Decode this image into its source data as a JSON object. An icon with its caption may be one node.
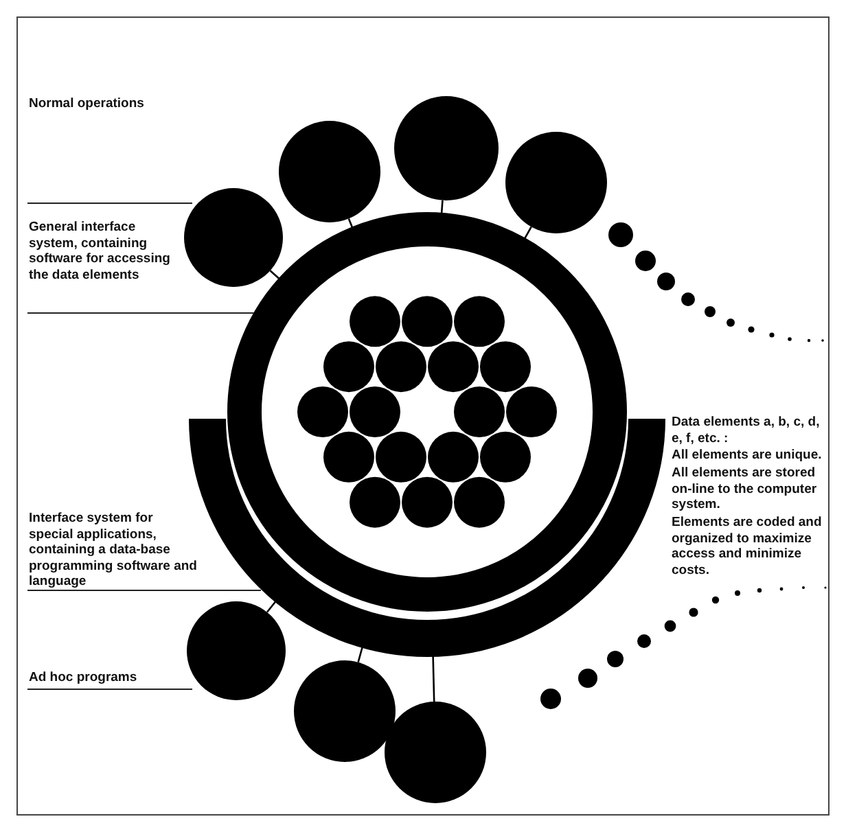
{
  "diagram": {
    "nodes": [
      {
        "text": [],
        "shape": "circle"
      },
      {
        "text": [],
        "shape": "circle"
      },
      {
        "text": [],
        "shape": "circle"
      },
      {
        "text": [],
        "shape": "circle"
      },
      {
        "text": [],
        "shape": "ring"
      },
      {
        "text": [],
        "shape": "arc"
      },
      {
        "text": [],
        "shape": "circle"
      },
      {
        "text": [],
        "shape": "circle"
      },
      {
        "text": [],
        "shape": "circle"
      }
    ],
    "edges": [
      {
        "from": 0,
        "to": 4,
        "arrow": "none"
      },
      {
        "from": 1,
        "to": 4,
        "arrow": "none"
      },
      {
        "from": 2,
        "to": 4,
        "arrow": "none"
      },
      {
        "from": 3,
        "to": 4,
        "arrow": "none"
      },
      {
        "from": 6,
        "to": 5,
        "arrow": "none"
      },
      {
        "from": 7,
        "to": 5,
        "arrow": "none"
      },
      {
        "from": 8,
        "to": 5,
        "arrow": "none"
      }
    ],
    "labels": [
      "Normal operations",
      "General interface system, containing software for accessing the data elements",
      "Data elements a, b, c, d, e, f, etc. :",
      "All elements are unique.",
      "All elements are stored on-line to the computer system.",
      "Elements are coded and organized to maximize access and minimize costs.",
      "Interface system for special applications, containing a data-base programming software and language",
      "Ad hoc programs"
    ]
  }
}
